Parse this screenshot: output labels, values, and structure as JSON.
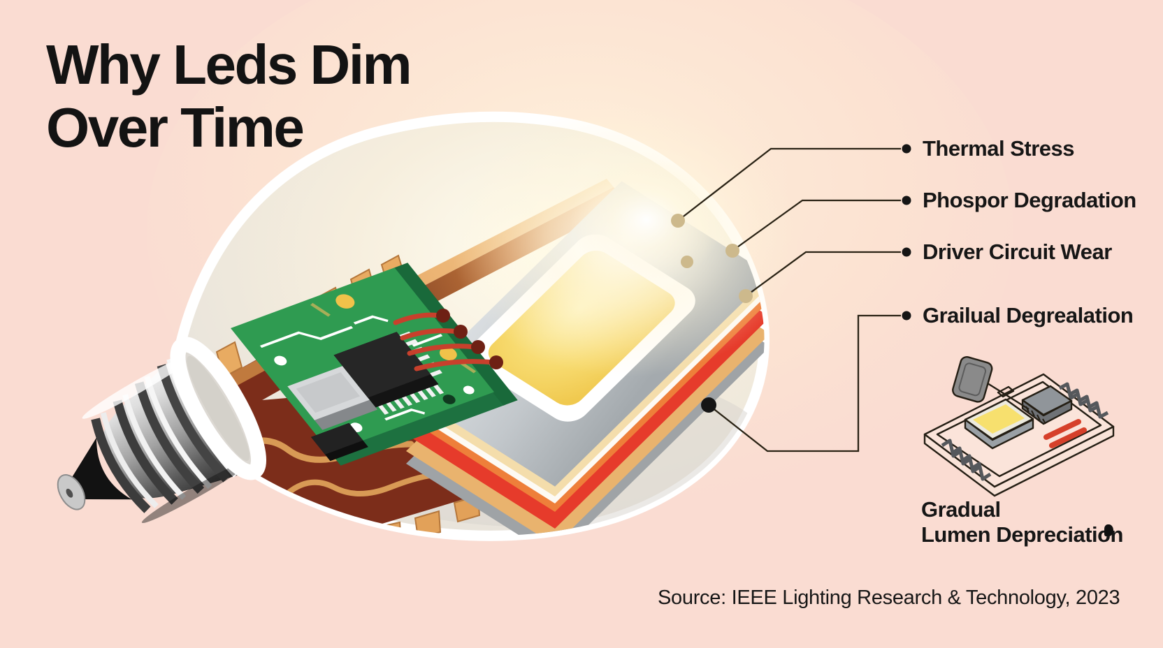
{
  "title": {
    "line1": "Why Leds Dim",
    "line2": "Over Time"
  },
  "callouts": {
    "items": [
      {
        "label": "Thermal Stress"
      },
      {
        "label": "Phospor Degradation"
      },
      {
        "label": "Driver Circuit Wear"
      },
      {
        "label": "Grailual Degrealation"
      }
    ]
  },
  "mini_diagram": {
    "caption_line1": "Gradual",
    "caption_line2": "Lumen Depreciation"
  },
  "source": {
    "text": "Source: IEEE Lighting Research & Technology, 2023"
  },
  "colors": {
    "background": "#fadcd2",
    "text": "#161616",
    "callout_line": "#2a2315",
    "anchor_dot": "#cdb98c",
    "copper": "#c87c3f",
    "heatsink_maroon": "#7c2d1a",
    "heatsink_teeth": "#e2a159",
    "pcb_green": "#2f9b51",
    "led_yellow": "#f5d463",
    "layer_orange": "#ee7f3a",
    "layer_red": "#e63b2b",
    "glass_outline": "#ffffff"
  }
}
